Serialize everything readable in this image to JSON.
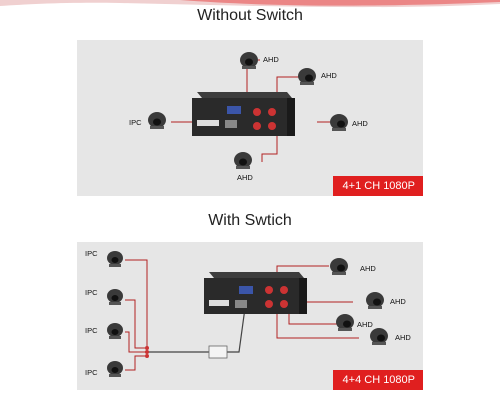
{
  "sections": [
    {
      "title": "Without Switch",
      "badge": "4+1 CH 1080P",
      "labels": {
        "ahd_top": "AHD",
        "ahd_right": "AHD",
        "ahd_far_right": "AHD",
        "ahd_bottom": "AHD",
        "ipc": "IPC"
      }
    },
    {
      "title": "With Swtich",
      "badge": "4+4 CH 1080P",
      "labels": {
        "ipc_1": "IPC",
        "ipc_2": "IPC",
        "ipc_3": "IPC",
        "ipc_4": "IPC",
        "ahd_1": "AHD",
        "ahd_2": "AHD",
        "ahd_3": "AHD",
        "ahd_4": "AHD"
      }
    }
  ],
  "colors": {
    "accent": "#e01f1f",
    "panel": "#e6e6e6",
    "wire": "#b22222",
    "device": "#2a2a2a"
  }
}
